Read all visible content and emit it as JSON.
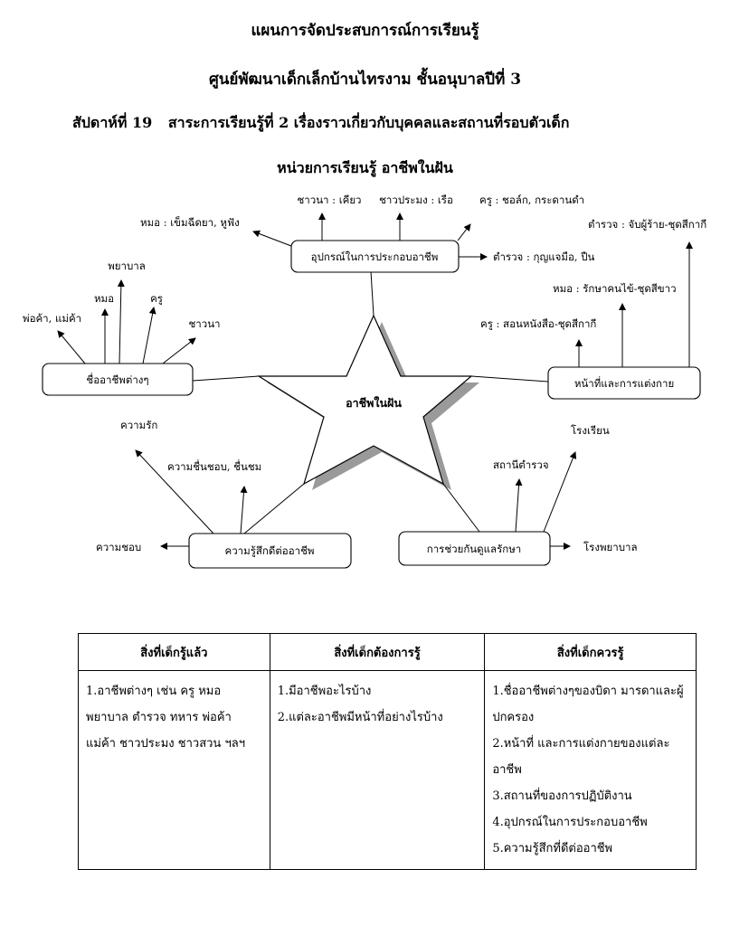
{
  "header": {
    "title": "แผนการจัดประสบการณ์การเรียนรู้",
    "subtitle": "ศูนย์พัฒนาเด็กเล็กบ้านไทรงาม  ชั้นอนุบาลปีที่  3",
    "week_line": [
      "สัปดาห์ที่  19",
      "สาระการเรียนรู้ที่ 2 เรื่องราวเกี่ยวกับบุคคลและสถานที่รอบตัวเด็ก"
    ],
    "unit_line": "หน่วยการเรียนรู้   อาชีพในฝัน"
  },
  "diagram": {
    "center": "อาชีพในฝัน",
    "boxes": {
      "equipment": "อุปกรณ์ในการประกอบอาชีพ",
      "names": "ชื่ออาชีพต่างๆ",
      "duties": "หน้าที่และการแต่งกาย",
      "feelings": "ความรู้สึกดีต่ออาชีพ",
      "help": "การช่วยกันดูแลรักษา"
    },
    "labels": {
      "equipment": [
        "ชาวนา : เคียว",
        "ชาวประมง : เรือ",
        "ครู : ชอล์ก, กระดานดำ",
        "หมอ : เข็มฉีดยา, หูฟัง",
        "ตำรวจ : กุญแจมือ, ปืน"
      ],
      "names": [
        "พยาบาล",
        "หมอ",
        "ครู",
        "พ่อค้า, แม่ค้า",
        "ชาวนา"
      ],
      "duties": [
        "ตำรวจ : จับผู้ร้าย-ชุดสีกากี",
        "หมอ : รักษาคนไข้-ชุดสีขาว",
        "ครู : สอนหนังสือ-ชุดสีกากี"
      ],
      "feelings": [
        "ความรัก",
        "ความชื่นชอบ, ชื่นชม",
        "ความชอบ"
      ],
      "help": [
        "โรงเรียน",
        "สถานีตำรวจ",
        "โรงพยาบาล"
      ]
    }
  },
  "table": {
    "headers": [
      "สิ่งที่เด็กรู้แล้ว",
      "สิ่งที่เด็กต้องการรู้",
      "สิ่งที่เด็กควรรู้"
    ],
    "col1": [
      "1.อาชีพต่างๆ เช่น ครู หมอ พยาบาล ตำรวจ ทหาร พ่อค้า แม่ค้า ชาวประมง ชาวสวน ฯลฯ"
    ],
    "col2": [
      "1.มีอาชีพอะไรบ้าง",
      "2.แต่ละอาชีพมีหน้าที่อย่างไรบ้าง"
    ],
    "col3": [
      "1.ชื่ออาชีพต่างๆของบิดา มารดาและผู้ปกครอง",
      "2.หน้าที่ และการแต่งกายของแต่ละอาชีพ",
      "3.สถานที่ของการปฏิบัติงาน",
      "4.อุปกรณ์ในการประกอบอาชีพ",
      "5.ความรู้สึกที่ดีต่ออาชีพ"
    ]
  }
}
